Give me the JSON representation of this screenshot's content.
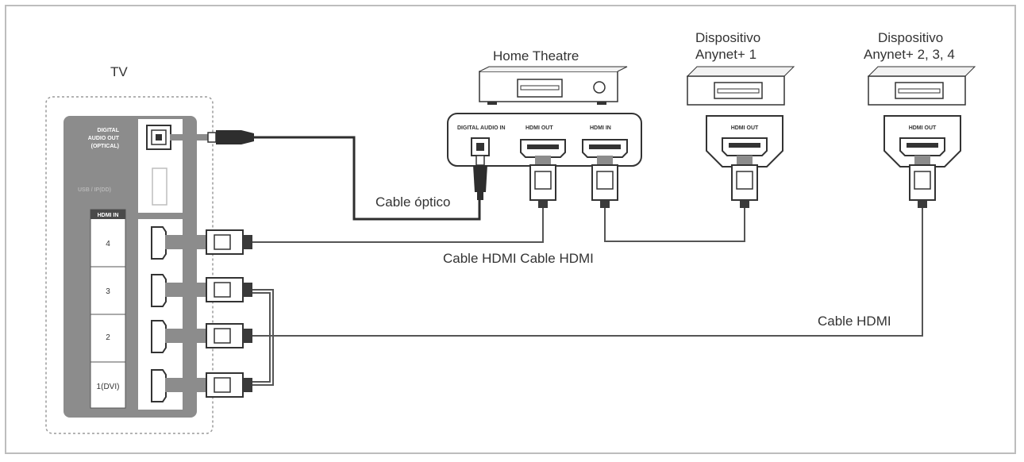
{
  "labels": {
    "tv": "TV",
    "home_theatre": "Home Theatre",
    "device1_line1": "Dispositivo",
    "device1_line2": "Anynet+ 1",
    "device2_line1": "Dispositivo",
    "device2_line2": "Anynet+ 2, 3, 4",
    "optical_cable": "Cable óptico",
    "hdmi_cables_middle": "Cable HDMI Cable HDMI",
    "hdmi_cable_right": "Cable HDMI"
  },
  "tv_panel": {
    "digital_audio_line1": "DIGITAL",
    "digital_audio_line2": "AUDIO OUT",
    "digital_audio_line3": "(OPTICAL)",
    "usb_label": "USB / IP(DD)",
    "hdmi_in_header": "HDMI IN",
    "hdmi_ports": [
      "4",
      "3",
      "2",
      "1(DVI)"
    ]
  },
  "home_theatre_ports": {
    "digital_audio_in": "DIGITAL AUDIO IN",
    "hdmi_out": "HDMI OUT",
    "hdmi_in": "HDMI IN"
  },
  "device_ports": {
    "device1_hdmi_out": "HDMI OUT",
    "device2_hdmi_out": "HDMI OUT"
  },
  "colors": {
    "panel_gray": "#8c8c8c",
    "cable_dark": "#3a3a3a",
    "frame_border": "#bdbdbd"
  }
}
